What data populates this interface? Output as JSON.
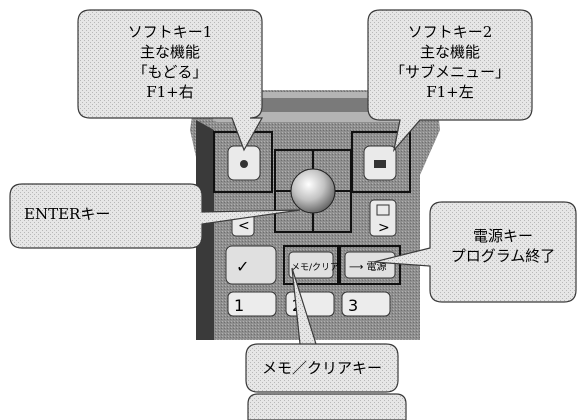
{
  "callouts": {
    "softkey1": {
      "lines": [
        "ソフトキー1",
        "主な機能",
        "「もどる」",
        "F1+右"
      ]
    },
    "softkey2": {
      "lines": [
        "ソフトキー2",
        "主な機能",
        "「サブメニュー」",
        "F1+左"
      ]
    },
    "enter": {
      "lines": [
        "ENTERキー"
      ]
    },
    "power": {
      "lines": [
        "電源キー",
        "プログラム終了"
      ]
    },
    "memo_clear": {
      "lines": [
        "メモ／クリアキー"
      ]
    },
    "blank": {
      "lines": []
    }
  },
  "keypad": {
    "memo_clear_key": "メモ/クリア",
    "call_key": "✓",
    "power_key": "⟶ 電源",
    "digit_1": "1",
    "digit_2": "2",
    "digit_3": "3",
    "left_arrow": "<",
    "right_arrow": ">"
  },
  "colors": {
    "bubble_fill": "#e4e4e4",
    "bubble_stroke": "#3a3a3a",
    "phone_body": "#9a9a9a",
    "highlight_outline": "#111111"
  }
}
